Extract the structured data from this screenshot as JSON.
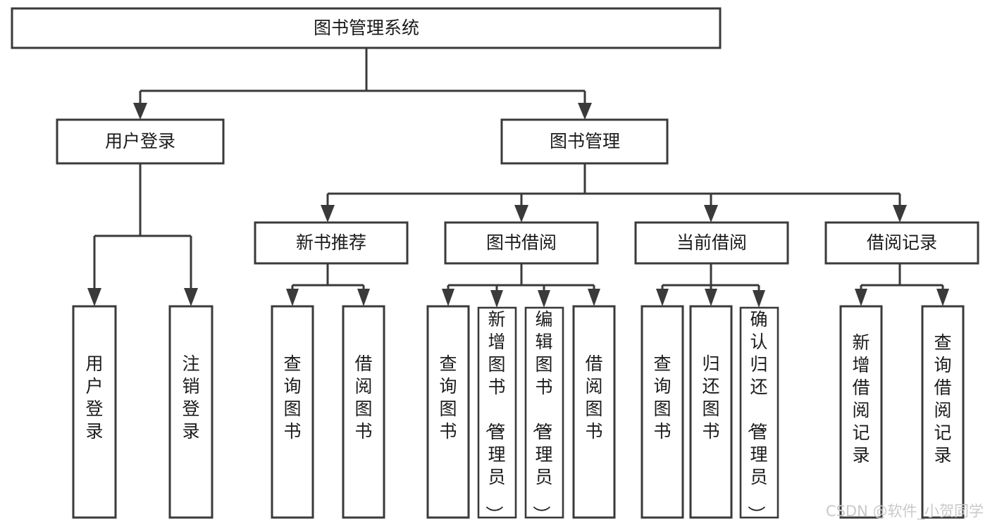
{
  "diagram": {
    "type": "tree",
    "title": "图书管理系统",
    "root": {
      "id": "root",
      "label": "图书管理系统"
    },
    "level1": [
      {
        "id": "user-login",
        "label": "用户登录"
      },
      {
        "id": "book-manage",
        "label": "图书管理"
      }
    ],
    "level2": [
      {
        "id": "new-book-rec",
        "label": "新书推荐",
        "parent": "book-manage"
      },
      {
        "id": "book-borrow",
        "label": "图书借阅",
        "parent": "book-manage"
      },
      {
        "id": "current-borrow",
        "label": "当前借阅",
        "parent": "book-manage"
      },
      {
        "id": "borrow-record",
        "label": "借阅记录",
        "parent": "book-manage"
      }
    ],
    "leaves": [
      {
        "id": "leaf-user-login",
        "label": "用户登录",
        "parent": "user-login"
      },
      {
        "id": "leaf-user-logout",
        "label": "注销登录",
        "parent": "user-login"
      },
      {
        "id": "leaf-rec-query",
        "label": "查询图书",
        "parent": "new-book-rec"
      },
      {
        "id": "leaf-rec-borrow",
        "label": "借阅图书",
        "parent": "new-book-rec"
      },
      {
        "id": "leaf-borrow-query",
        "label": "查询图书",
        "parent": "book-borrow"
      },
      {
        "id": "leaf-borrow-add",
        "label": "新增图书（管理员）",
        "parent": "book-borrow"
      },
      {
        "id": "leaf-borrow-edit",
        "label": "编辑图书（管理员）",
        "parent": "book-borrow"
      },
      {
        "id": "leaf-borrow-lend",
        "label": "借阅图书",
        "parent": "book-borrow"
      },
      {
        "id": "leaf-cur-query",
        "label": "查询图书",
        "parent": "current-borrow"
      },
      {
        "id": "leaf-cur-return",
        "label": "归还图书",
        "parent": "current-borrow"
      },
      {
        "id": "leaf-cur-confirm",
        "label": "确认归还（管理员）",
        "parent": "current-borrow"
      },
      {
        "id": "leaf-rec-add",
        "label": "新增借阅记录",
        "parent": "borrow-record"
      },
      {
        "id": "leaf-rec-search",
        "label": "查询借阅记录",
        "parent": "borrow-record"
      }
    ]
  },
  "watermark": {
    "text": "CSDN @软件_小贺同学"
  },
  "colors": {
    "background": "#ffffff",
    "box_fill": "#ffffff",
    "box_stroke": "#3a3a3a",
    "text": "#1b1b1b",
    "watermark": "#c9c9c9"
  }
}
